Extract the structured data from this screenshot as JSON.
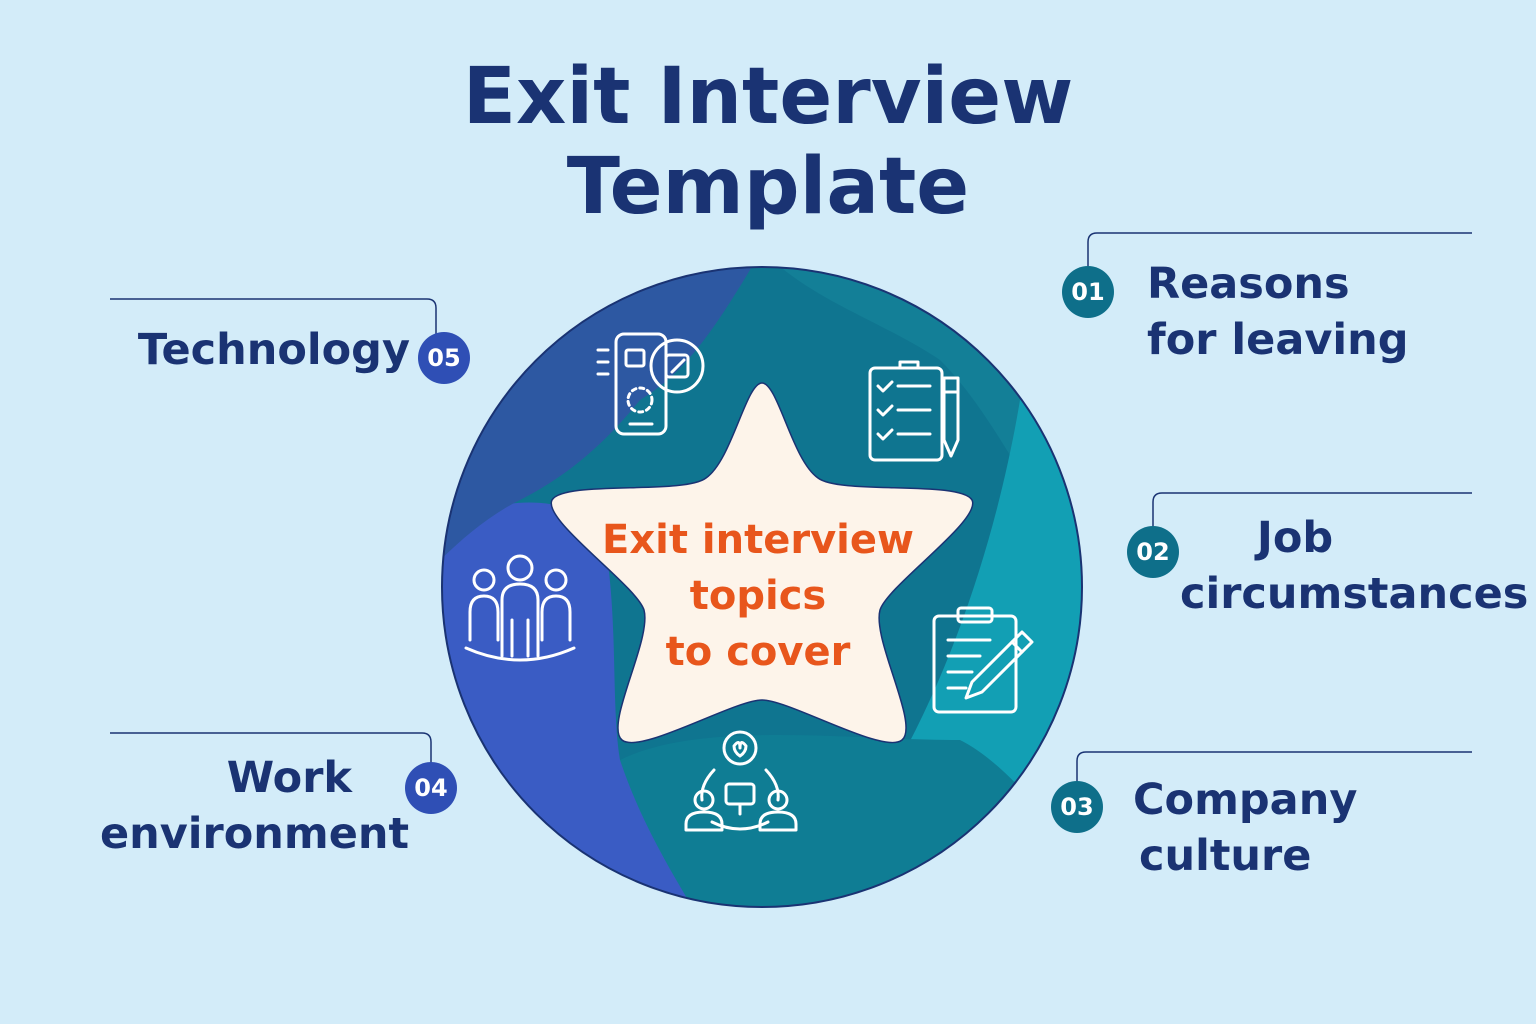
{
  "title": {
    "line1": "Exit Interview",
    "line2": "Template"
  },
  "center": {
    "line1": "Exit interview",
    "line2": "topics",
    "line3": "to cover"
  },
  "topics": [
    {
      "number": "01",
      "line1": "Reasons",
      "line2": "for leaving",
      "icon": "checklist-pen-icon"
    },
    {
      "number": "02",
      "line1": "Job",
      "line2": "circumstances",
      "icon": "clipboard-pencil-icon"
    },
    {
      "number": "03",
      "line1": "Company",
      "line2": "culture",
      "icon": "connected-people-heart-icon"
    },
    {
      "number": "04",
      "line1": "Work",
      "line2": "environment",
      "icon": "team-group-icon"
    },
    {
      "number": "05",
      "line1": "Technology",
      "line2": "",
      "icon": "mobile-device-icon"
    }
  ],
  "colors": {
    "background": "#d3ecf9",
    "title": "#1a3373",
    "center_text": "#e8561c",
    "badge_teal": "#0e6f8a",
    "badge_blue": "#2f4fb5",
    "star_fill": "#fdf4ea"
  }
}
